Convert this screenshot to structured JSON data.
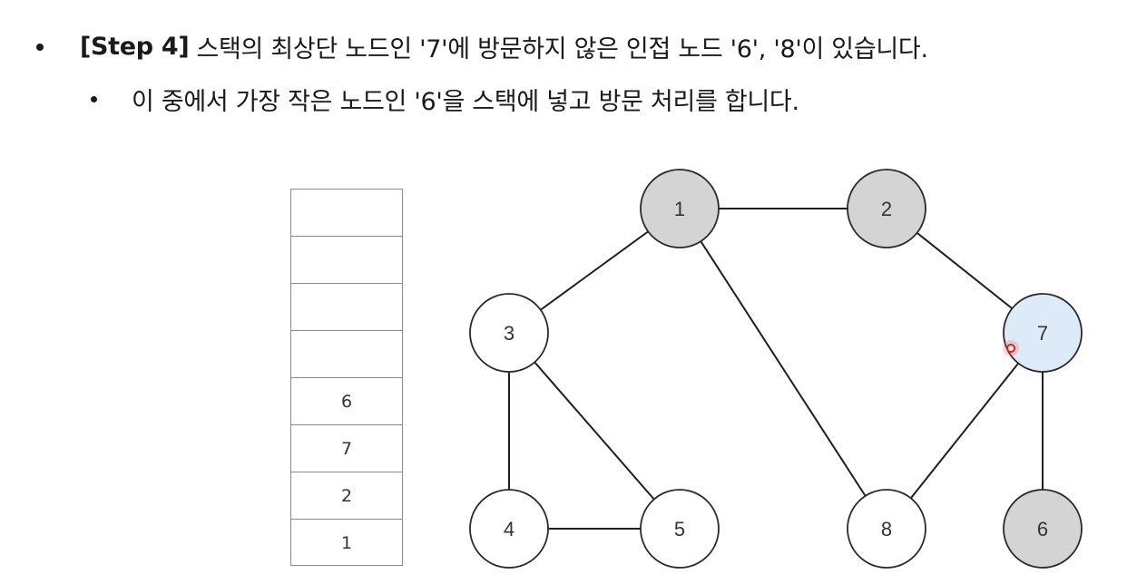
{
  "bullets": {
    "line1_step": "[Step 4]",
    "line1_text": "스택의 최상단 노드인 '7'에 방문하지 않은 인접 노드 '6', '8'이 있습니다.",
    "line2_text": "이 중에서 가장 작은 노드인 '6'을 스택에 넣고 방문 처리를 합니다."
  },
  "stack": {
    "cells_top_to_bottom": [
      "",
      "",
      "",
      "",
      "6",
      "7",
      "2",
      "1"
    ]
  },
  "graph": {
    "nodes": [
      {
        "id": "1",
        "label": "1",
        "state": "visited"
      },
      {
        "id": "2",
        "label": "2",
        "state": "visited"
      },
      {
        "id": "3",
        "label": "3",
        "state": "unvisited"
      },
      {
        "id": "4",
        "label": "4",
        "state": "unvisited"
      },
      {
        "id": "5",
        "label": "5",
        "state": "unvisited"
      },
      {
        "id": "6",
        "label": "6",
        "state": "visited"
      },
      {
        "id": "7",
        "label": "7",
        "state": "current"
      },
      {
        "id": "8",
        "label": "8",
        "state": "unvisited"
      }
    ],
    "edges": [
      [
        "1",
        "2"
      ],
      [
        "1",
        "3"
      ],
      [
        "1",
        "8"
      ],
      [
        "2",
        "7"
      ],
      [
        "3",
        "4"
      ],
      [
        "3",
        "5"
      ],
      [
        "4",
        "5"
      ],
      [
        "7",
        "6"
      ],
      [
        "7",
        "8"
      ]
    ]
  },
  "colors": {
    "visited": "#d4d4d4",
    "current": "#dcebf7",
    "unvisited": "#ffffff"
  }
}
